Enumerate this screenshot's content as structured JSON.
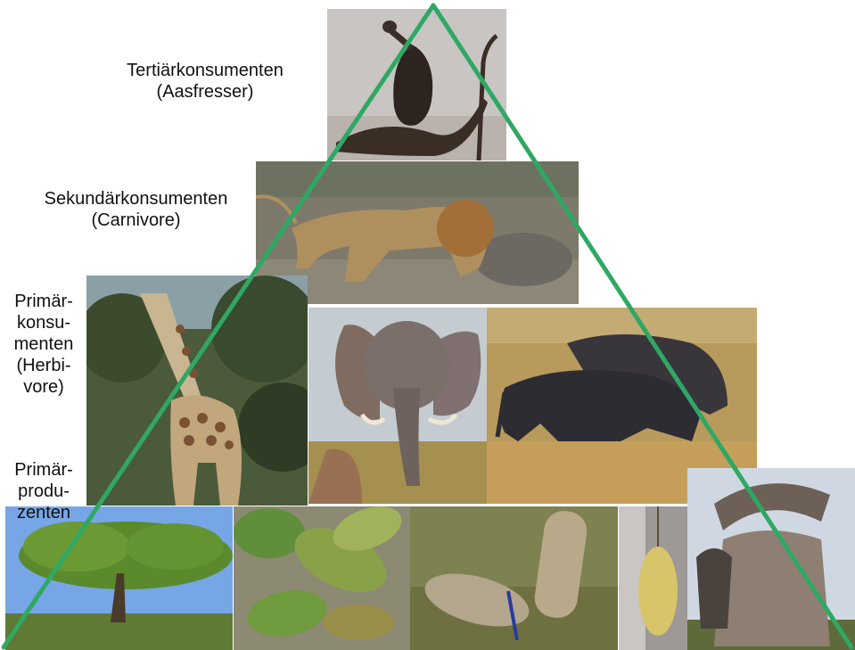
{
  "levels": {
    "tertiary": {
      "line1": "Tertiärkonsumenten",
      "line2": "(Aasfresser)"
    },
    "secondary": {
      "line1": "Sekundärkonsumenten",
      "line2": "(Carnivore)"
    },
    "primary_consumers": {
      "l1": "Primär-",
      "l2": "konsu-",
      "l3": "menten",
      "l4": "(Herbi-",
      "l5": "vore)"
    },
    "producers": {
      "l1": "Primär-",
      "l2": "produ-",
      "l3": "zenten"
    }
  },
  "photos": {
    "vulture": "vulture-photo",
    "lion": "lion-photo",
    "giraffe": "giraffe-photo",
    "elephant": "elephant-photo",
    "wildebeest": "wildebeest-photo",
    "acacia": "acacia-tree-photo",
    "leaves": "leaves-photo",
    "fruit_pods": "fruit-pods-photo",
    "baobab_fruit": "baobab-fruit-photo",
    "baobab_tree": "baobab-tree-photo"
  },
  "colors": {
    "pyramid_line": "#2fa864"
  }
}
